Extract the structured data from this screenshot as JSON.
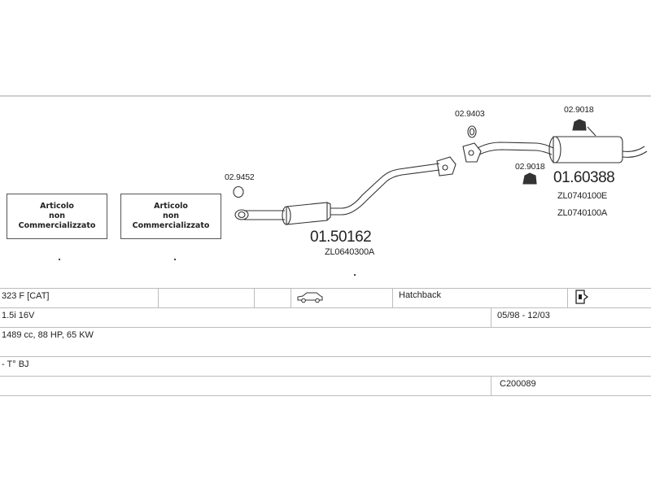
{
  "diagram": {
    "not_sold_box_1": {
      "line1": "Articolo",
      "line2": "non",
      "line3": "Commercializzato"
    },
    "not_sold_box_2": {
      "line1": "Articolo",
      "line2": "non",
      "line3": "Commercializzato"
    },
    "parts": {
      "ring_front": "02.9452",
      "front_silencer": {
        "number": "01.50162",
        "code": "ZL0640300A"
      },
      "gasket": "02.9403",
      "hanger_top": "02.9018",
      "hanger_bottom": "02.9018",
      "rear_silencer": {
        "number": "01.60388",
        "code_1": "ZL0740100E",
        "code_2": "ZL0740100A"
      }
    },
    "colors": {
      "line": "#333333",
      "frame": "#cfcfcf"
    }
  },
  "table": {
    "rows": [
      {
        "model": "323 F  [CAT]",
        "car_icon": "car-icon",
        "body": "Hatchback",
        "doc_icon": "document-icon"
      },
      {
        "engine": "1.5i 16V",
        "years": "05/98 - 12/03"
      },
      {
        "specs": "1489 cc, 88 HP, 65 KW"
      },
      {
        "note": "- T° BJ"
      },
      {
        "code": "C200089"
      }
    ]
  }
}
